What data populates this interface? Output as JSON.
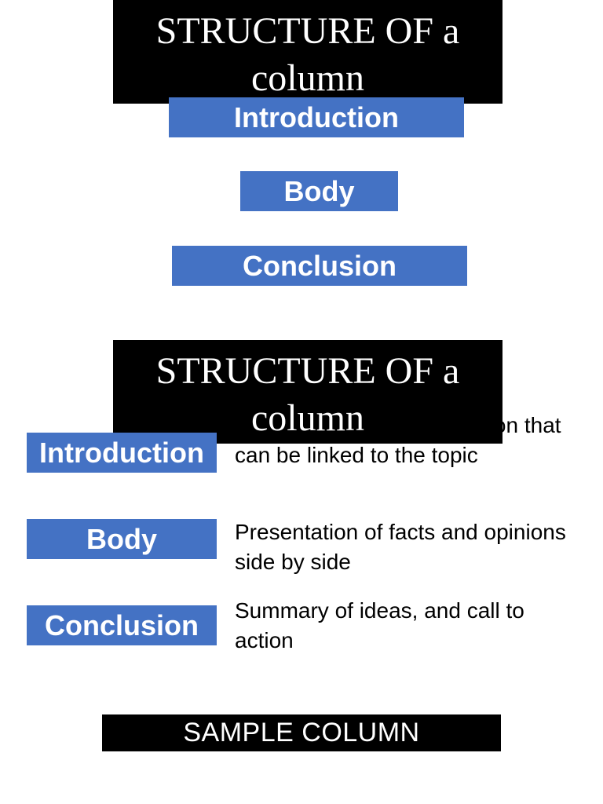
{
  "slide1": {
    "title": "STRUCTURE OF a column",
    "boxes": {
      "introduction": "Introduction",
      "body": "Body",
      "conclusion": "Conclusion"
    }
  },
  "slide2": {
    "title": "STRUCTURE OF a column",
    "rows": [
      {
        "label": "Introduction",
        "description": "Problem, issue, or a situation that can be linked to the topic"
      },
      {
        "label": "Body",
        "description": "Presentation of facts and opinions side by side"
      },
      {
        "label": "Conclusion",
        "description": "Summary of ideas, and call to action"
      }
    ]
  },
  "footer": {
    "sample_label": "SAMPLE COLUMN"
  },
  "colors": {
    "box_blue": "#4472c4",
    "title_background": "#000000",
    "title_text": "#ffffff"
  }
}
